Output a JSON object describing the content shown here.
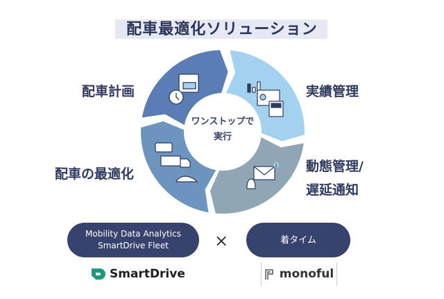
{
  "title": "配車最適化ソリューション",
  "center": {
    "line1": "ワンストップで",
    "line2": "実行"
  },
  "steps": [
    {
      "label": "配車計画",
      "color": "#5a7db6",
      "icon": "calendar-clock-icon"
    },
    {
      "label": "実績管理",
      "color": "#a3d2f0",
      "icon": "analytics-dashboard-icon"
    },
    {
      "label_line1": "動態管理/",
      "label_line2": "遅延通知",
      "color": "#8fa6b5",
      "icon": "mail-bell-icon"
    },
    {
      "label": "配車の最適化",
      "color": "#6b95bd",
      "icon": "vehicles-icon"
    }
  ],
  "products": {
    "left_line1": "Mobility Data Analytics",
    "left_line2": "SmartDrive Fleet",
    "times": "×",
    "right": "着タイム"
  },
  "logos": {
    "left": "SmartDrive",
    "right": "monoful",
    "left_color": "#1a9c7a"
  },
  "badge_count": "2"
}
